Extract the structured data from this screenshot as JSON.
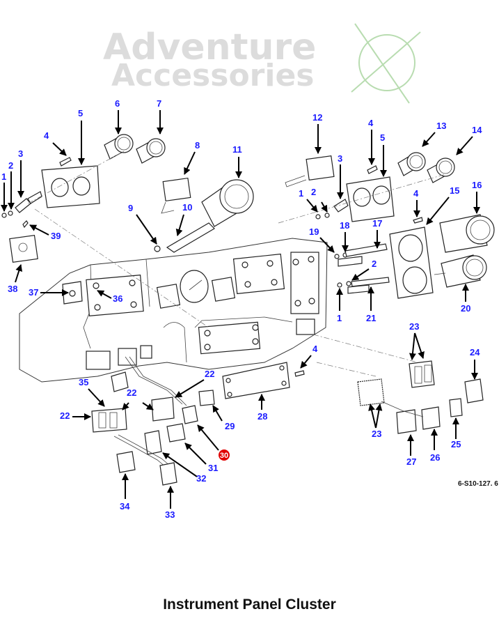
{
  "watermark": {
    "line1": "Adventure",
    "line2": "Accessories",
    "text_color": "#dcdcdc",
    "logo_color": "#b8dcb0"
  },
  "diagram": {
    "title": "Instrument Panel Cluster",
    "drawing_reference": "6-S10-127. 6",
    "callout_color": "#1a1aff",
    "highlight_color": "#e00000",
    "callouts": [
      {
        "id": "c1a",
        "label": "1"
      },
      {
        "id": "c2a",
        "label": "2"
      },
      {
        "id": "c3a",
        "label": "3"
      },
      {
        "id": "c4a",
        "label": "4"
      },
      {
        "id": "c5a",
        "label": "5"
      },
      {
        "id": "c6",
        "label": "6"
      },
      {
        "id": "c7",
        "label": "7"
      },
      {
        "id": "c8",
        "label": "8"
      },
      {
        "id": "c9",
        "label": "9"
      },
      {
        "id": "c10",
        "label": "10"
      },
      {
        "id": "c11",
        "label": "11"
      },
      {
        "id": "c12",
        "label": "12"
      },
      {
        "id": "c4b",
        "label": "4"
      },
      {
        "id": "c5b",
        "label": "5"
      },
      {
        "id": "c13",
        "label": "13"
      },
      {
        "id": "c14",
        "label": "14"
      },
      {
        "id": "c3b",
        "label": "3"
      },
      {
        "id": "c1b",
        "label": "1"
      },
      {
        "id": "c2b",
        "label": "2"
      },
      {
        "id": "c4c",
        "label": "4"
      },
      {
        "id": "c15",
        "label": "15"
      },
      {
        "id": "c16",
        "label": "16"
      },
      {
        "id": "c19",
        "label": "19"
      },
      {
        "id": "c18",
        "label": "18"
      },
      {
        "id": "c17",
        "label": "17"
      },
      {
        "id": "c2c",
        "label": "2"
      },
      {
        "id": "c1c",
        "label": "1"
      },
      {
        "id": "c21",
        "label": "21"
      },
      {
        "id": "c20",
        "label": "20"
      },
      {
        "id": "c39",
        "label": "39"
      },
      {
        "id": "c38",
        "label": "38"
      },
      {
        "id": "c37",
        "label": "37"
      },
      {
        "id": "c36",
        "label": "36"
      },
      {
        "id": "c4d",
        "label": "4"
      },
      {
        "id": "c23a",
        "label": "23"
      },
      {
        "id": "c24",
        "label": "24"
      },
      {
        "id": "c35",
        "label": "35"
      },
      {
        "id": "c22a",
        "label": "22"
      },
      {
        "id": "c22b",
        "label": "22"
      },
      {
        "id": "c22c",
        "label": "22"
      },
      {
        "id": "c29",
        "label": "29"
      },
      {
        "id": "c28",
        "label": "28"
      },
      {
        "id": "c30",
        "label": "30"
      },
      {
        "id": "c31",
        "label": "31"
      },
      {
        "id": "c32",
        "label": "32"
      },
      {
        "id": "c34",
        "label": "34"
      },
      {
        "id": "c33",
        "label": "33"
      },
      {
        "id": "c23b",
        "label": "23"
      },
      {
        "id": "c27",
        "label": "27"
      },
      {
        "id": "c26",
        "label": "26"
      },
      {
        "id": "c25",
        "label": "25"
      }
    ]
  }
}
